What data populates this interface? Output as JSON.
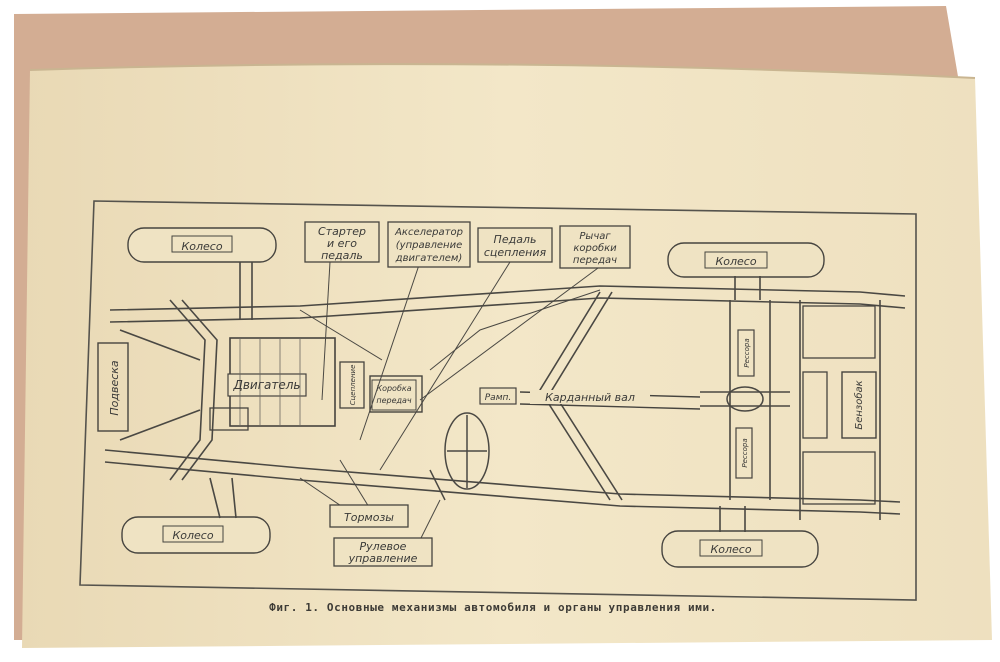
{
  "figure": {
    "caption": "Фиг. 1. Основные механизмы автомобиля и органы управления ими.",
    "labels": {
      "wheel_top_left": "Колесо",
      "wheel_top_right": "Колесо",
      "wheel_bottom_left": "Колесо",
      "wheel_bottom_right": "Колесо",
      "starter": [
        "Стартер",
        "и его",
        "педаль"
      ],
      "accelerator": [
        "Акселератор",
        "(управление",
        "двигателем)"
      ],
      "clutch_pedal": [
        "Педаль",
        "сцепления"
      ],
      "gear_lever": [
        "Рычаг",
        "коробки",
        "передач"
      ],
      "suspension": "Подвеска",
      "engine": "Двигатель",
      "clutch": "Сцепление",
      "gearbox": [
        "Коробка",
        "передач"
      ],
      "handbrake": "Рамп.",
      "driveshaft": "Карданный вал",
      "brakes": "Тормозы",
      "steering": [
        "Рулевое",
        "управление"
      ],
      "spring_top": "Рессора",
      "spring_bottom": "Рессора",
      "fuel_tank": "Бензобак"
    }
  },
  "colors": {
    "page_paper": "#f1e4c4",
    "cover": "#d3ad93",
    "ink": "#46443f"
  }
}
